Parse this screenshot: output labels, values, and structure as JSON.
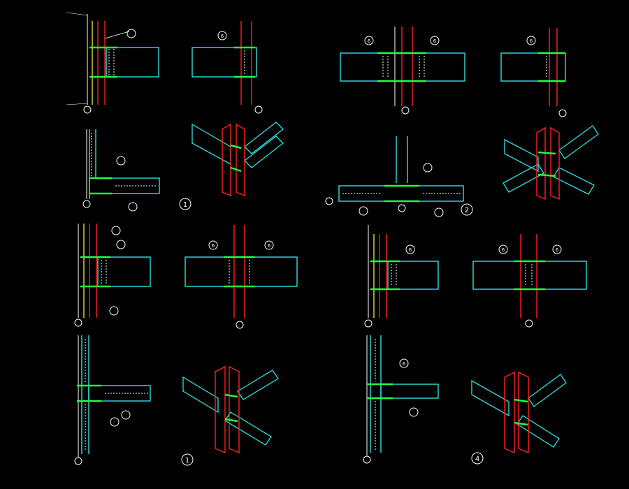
{
  "drawing": {
    "background": "#000000",
    "colors": {
      "column": "#ff2020",
      "beam": "#30e0e0",
      "weld": "#20ff40",
      "stiffener": "#e8e020",
      "text": "#ffffff",
      "dim": "#c0c0c0"
    },
    "detail_markers": [
      "1",
      "2",
      "1",
      "4"
    ],
    "weld_callouts": [
      "6",
      "6",
      "6",
      "6",
      "6",
      "6"
    ],
    "section_labels": [
      "6",
      "6",
      "6",
      "6"
    ]
  }
}
